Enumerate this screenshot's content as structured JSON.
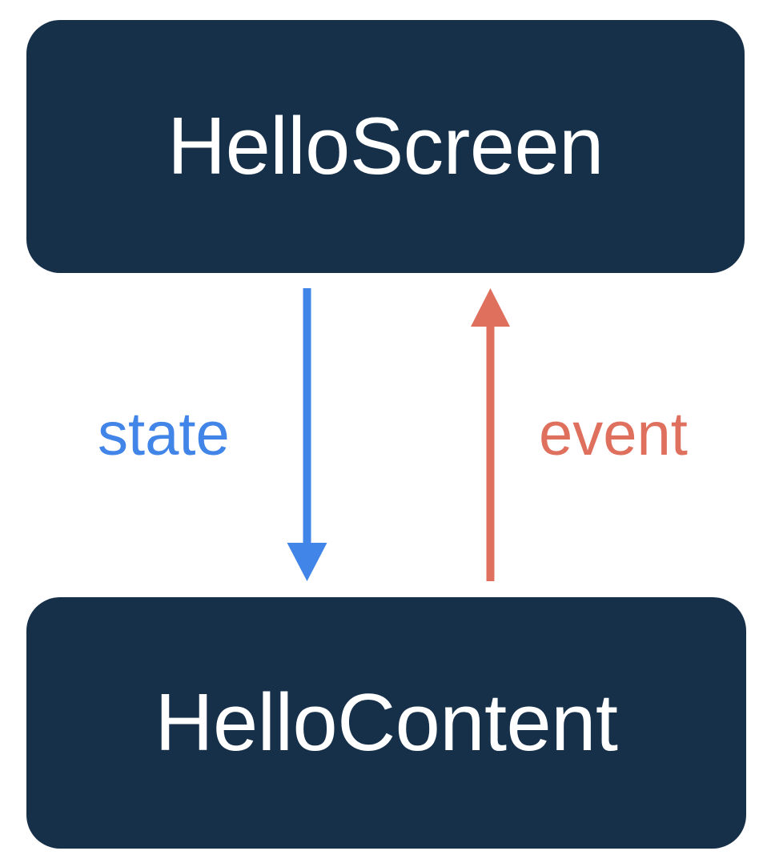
{
  "diagram": {
    "title": "HelloScreen and HelloContent state/event flow",
    "background_color": "#ffffff",
    "nodes": [
      {
        "id": "hello-screen",
        "label": "HelloScreen",
        "fill_color": "#17304a",
        "text_color": "#ffffff"
      },
      {
        "id": "hello-content",
        "label": "HelloContent",
        "fill_color": "#17304a",
        "text_color": "#ffffff"
      }
    ],
    "edges": [
      {
        "id": "state-edge",
        "label": "state",
        "from": "hello-screen",
        "to": "hello-content",
        "direction": "down",
        "color": "#4285e8"
      },
      {
        "id": "event-edge",
        "label": "event",
        "from": "hello-content",
        "to": "hello-screen",
        "direction": "up",
        "color": "#e0705e"
      }
    ]
  }
}
